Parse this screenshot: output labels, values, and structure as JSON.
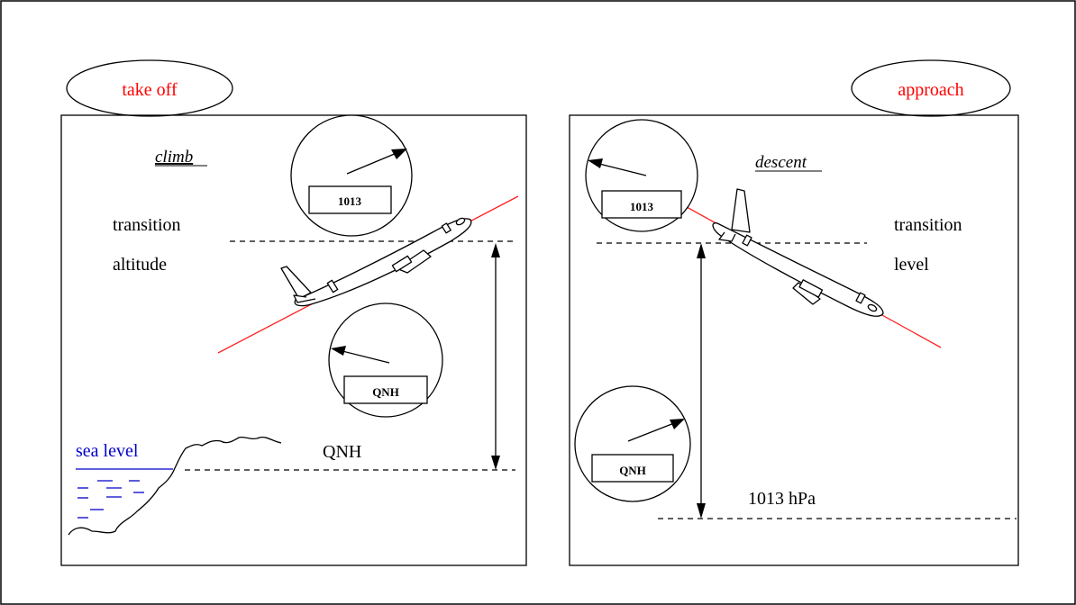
{
  "left_panel": {
    "tag": "take off",
    "phase": "climb",
    "transition_line1": "transition",
    "transition_line2": "altitude",
    "sea_level": "sea level",
    "reference": "QNH",
    "gauge_upper_box": "1013",
    "gauge_lower_box": "QNH"
  },
  "right_panel": {
    "tag": "approach",
    "phase": "descent",
    "transition_line1": "transition",
    "transition_line2": "level",
    "reference": "1013 hPa",
    "gauge_upper_box": "1013",
    "gauge_lower_box": "QNH"
  },
  "colors": {
    "tag_text": "#ff0000",
    "flight_path": "#ff2020",
    "sea": "#0000cc",
    "ink": "#000000"
  }
}
